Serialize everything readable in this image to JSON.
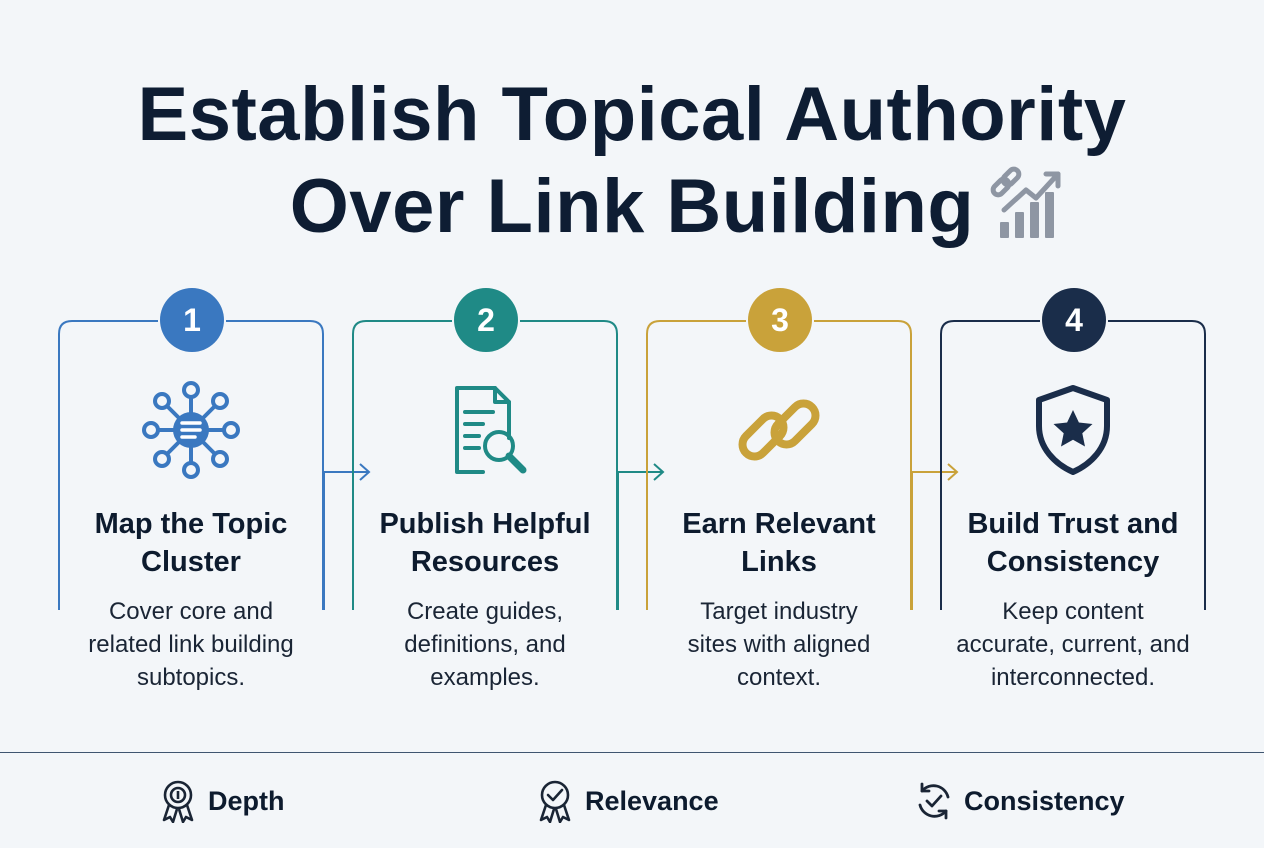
{
  "title": {
    "line1": "Establish Topical Authority",
    "line2": "Over Link Building"
  },
  "steps": [
    {
      "number": "1",
      "title_line1": "Map the Topic",
      "title_line2": "Cluster",
      "desc_line1": "Cover core and",
      "desc_line2": "related link building",
      "desc_line3": "subtopics.",
      "color": "#3a78c0",
      "icon": "topic-cluster-network-icon"
    },
    {
      "number": "2",
      "title_line1": "Publish Helpful",
      "title_line2": "Resources",
      "desc_line1": "Create guides,",
      "desc_line2": "definitions, and",
      "desc_line3": "examples.",
      "color": "#1f8a86",
      "icon": "document-search-icon"
    },
    {
      "number": "3",
      "title_line1": "Earn Relevant",
      "title_line2": "Links",
      "desc_line1": "Target industry",
      "desc_line2": "sites with aligned",
      "desc_line3": "context.",
      "color": "#c9a23a",
      "icon": "chain-link-icon"
    },
    {
      "number": "4",
      "title_line1": "Build Trust and",
      "title_line2": "Consistency",
      "desc_line1": "Keep content",
      "desc_line2": "accurate, current, and",
      "desc_line3": "interconnected.",
      "color": "#1a2d4a",
      "icon": "shield-star-icon"
    }
  ],
  "footer": [
    {
      "label": "Depth",
      "icon": "award-ribbon-icon"
    },
    {
      "label": "Relevance",
      "icon": "checkmark-badge-icon"
    },
    {
      "label": "Consistency",
      "icon": "refresh-check-icon"
    }
  ],
  "colors": {
    "background": "#f3f6f9",
    "text": "#0e1d33",
    "footer_line": "#3f5570",
    "title_icon": "#8e96a3"
  }
}
